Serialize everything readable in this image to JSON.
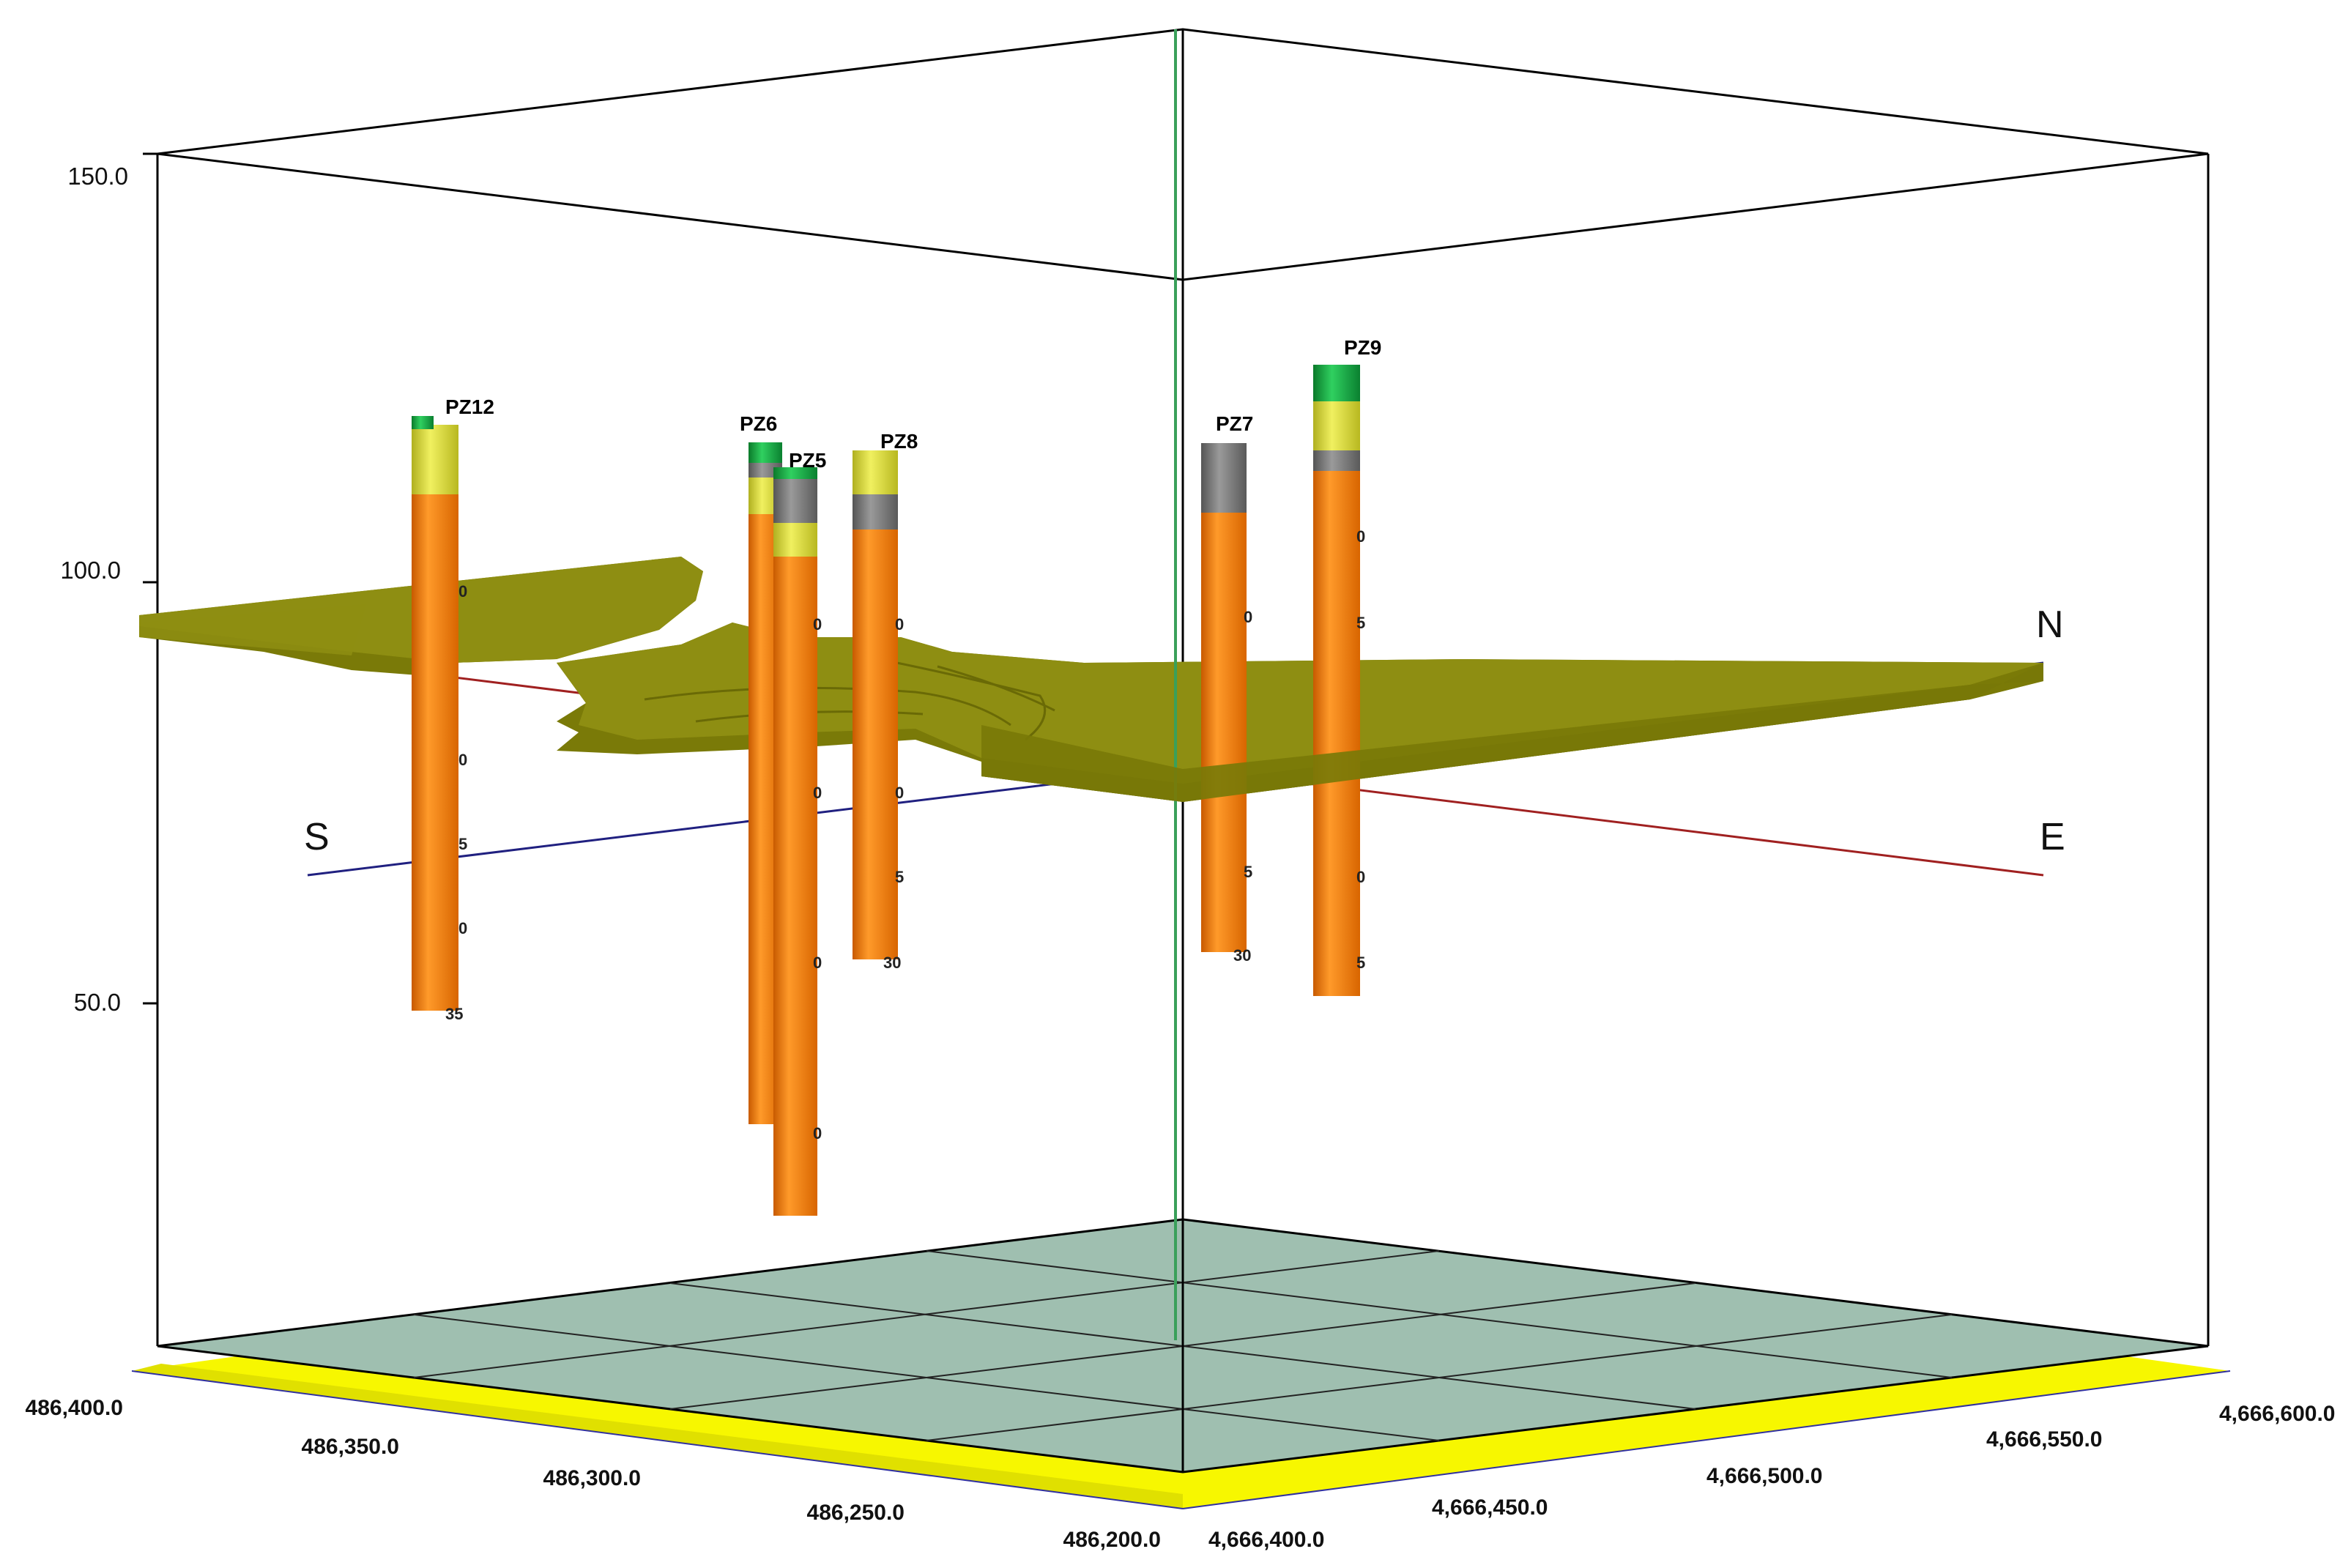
{
  "z_axis": {
    "ticks": [
      "150.0",
      "100.0",
      "50.0"
    ]
  },
  "x_axis": {
    "ticks": [
      "486,400.0",
      "486,350.0",
      "486,300.0",
      "486,250.0",
      "486,200.0"
    ]
  },
  "y_axis": {
    "ticks": [
      "4,666,400.0",
      "4,666,450.0",
      "4,666,500.0",
      "4,666,550.0",
      "4,666,600.0"
    ]
  },
  "directions": {
    "north": "N",
    "south": "S",
    "east": "E"
  },
  "wells": [
    {
      "name": "PZ12",
      "depth_labels": [
        "0",
        "0",
        "5",
        "0",
        "35"
      ]
    },
    {
      "name": "PZ6",
      "depth_labels": []
    },
    {
      "name": "PZ5",
      "depth_labels": [
        "0",
        "0",
        "0",
        "0"
      ]
    },
    {
      "name": "PZ8",
      "depth_labels": [
        "0",
        "0",
        "5",
        "30"
      ]
    },
    {
      "name": "PZ7",
      "depth_labels": [
        "0",
        "5",
        "30"
      ]
    },
    {
      "name": "PZ9",
      "depth_labels": [
        "0",
        "5",
        "0",
        "5"
      ]
    }
  ],
  "colors": {
    "casing": "#f07a10",
    "layer_yellow": "#d8d83a",
    "layer_gray": "#7a7a7a",
    "layer_green": "#18a040",
    "surface": "#8a8a10",
    "base_grid": "#9fbfb0",
    "floor": "#f7f700",
    "vertical_axis": "#3aa05a"
  }
}
